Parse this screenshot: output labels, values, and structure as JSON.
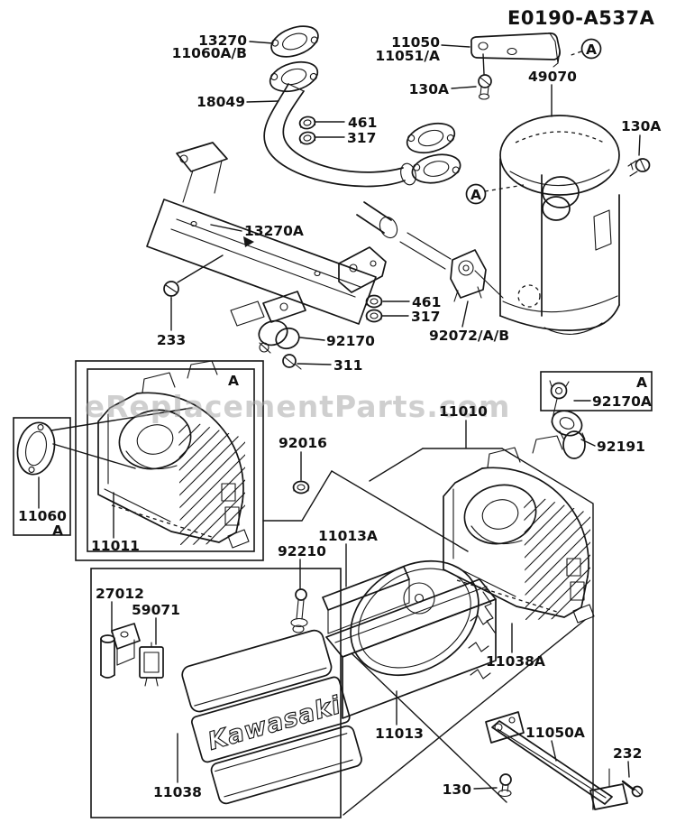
{
  "diagram": {
    "code": "E0190-A537A",
    "watermark": "eReplacementParts.com",
    "brand": "Kawasaki",
    "inset_marker": "A",
    "callouts": [
      "13270",
      "11060A/B",
      "11050",
      "11051/A",
      "130A",
      "49070",
      "18049",
      "461",
      "317",
      "130A",
      "13270A",
      "233",
      "92170",
      "461",
      "317",
      "92072/A/B",
      "311",
      "11010",
      "92170A",
      "92191",
      "92016",
      "11060",
      "11011",
      "11013A",
      "92210",
      "27012",
      "59071",
      "11038A",
      "11013",
      "11050A",
      "130",
      "232",
      "11038"
    ]
  }
}
